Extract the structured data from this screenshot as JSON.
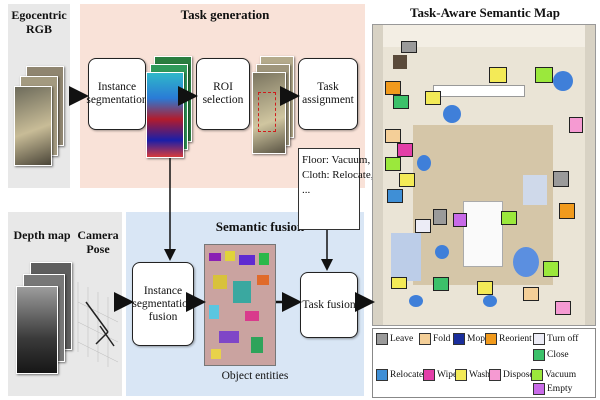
{
  "sections": {
    "rgb": "Egocentric RGB",
    "task_generation": "Task generation",
    "depth_map": "Depth map",
    "camera_pose": "Camera Pose",
    "semantic_fusion": "Semantic fusion",
    "map": "Task-Aware Semantic Map",
    "object_entities": "Object entities"
  },
  "boxes": {
    "instance_seg": "Instance segmentation",
    "roi": "ROI selection",
    "task_assign": "Task assignment",
    "seg_fusion": "Instance segmentation fusion",
    "task_fusion": "Task fusion"
  },
  "task_note": {
    "line1": "Floor: Vacuum,",
    "line2": "Cloth: Relocate,",
    "line3": "..."
  },
  "legend": [
    {
      "label": "Leave",
      "color": "#9a9a9a"
    },
    {
      "label": "Fold",
      "color": "#f4cf98"
    },
    {
      "label": "Mop",
      "color": "#1a2e9c"
    },
    {
      "label": "Reorient",
      "color": "#f19a1c"
    },
    {
      "label": "Turn off",
      "color": "#ececf6"
    },
    {
      "label": "Close",
      "color": "#3cc16a"
    },
    {
      "label": "Relocate",
      "color": "#3f8fd6"
    },
    {
      "label": "Wipe",
      "color": "#e33fa8"
    },
    {
      "label": "Wash",
      "color": "#f3ea57"
    },
    {
      "label": "Dispose",
      "color": "#f59ad2"
    },
    {
      "label": "Vacuum",
      "color": "#9be83c"
    },
    {
      "label": "Empty",
      "color": "#c86ae8"
    }
  ],
  "colors": {
    "task_bg": "#f9e2d8",
    "fusion_bg": "#d9e6f5",
    "input_bg": "#e8e8e8"
  }
}
